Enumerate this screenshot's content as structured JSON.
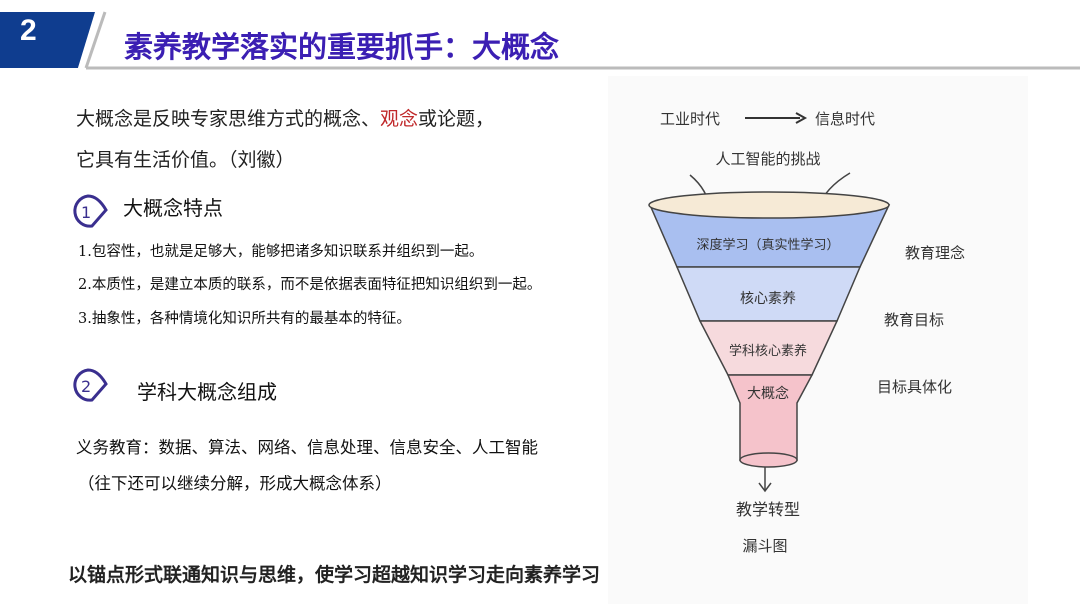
{
  "header": {
    "section_number": "2",
    "title": "素养教学落实的重要抓手：大概念",
    "accent_color": "#0f3d8f",
    "title_color": "#3b1fb3"
  },
  "intro": {
    "line1_a": "大概念是反映专家思维方式的概念、",
    "line1_highlight": "观念",
    "line1_b": "或论题，",
    "line2": "它具有生活价值。（刘徽）",
    "highlight_color": "#c0282a"
  },
  "section1": {
    "badge": "1",
    "heading": "大概念特点",
    "items": [
      "1.包容性，也就是足够大，能够把诸多知识联系并组织到一起。",
      "2.本质性，是建立本质的联系，而不是依据表面特征把知识组织到一起。",
      "3.抽象性，各种情境化知识所共有的最基本的特征。"
    ]
  },
  "section2": {
    "badge": "2",
    "heading": "学科大概念组成",
    "line1": "义务教育：数据、算法、网络、信息处理、信息安全、人工智能",
    "line2": "（往下还可以继续分解，形成大概念体系）"
  },
  "bottom_text": "以锚点形式联通知识与思维，使学习超越知识学习走向素养学习",
  "funnel": {
    "era_from": "工业时代",
    "era_to": "信息时代",
    "challenge": "人工智能的挑战",
    "layers": [
      "深度学习（真实性学习）",
      "核心素养",
      "学科核心素养",
      "大概念"
    ],
    "side_labels": [
      "教育理念",
      "教育目标",
      "目标具体化"
    ],
    "output": "教学转型",
    "caption": "漏斗图"
  }
}
